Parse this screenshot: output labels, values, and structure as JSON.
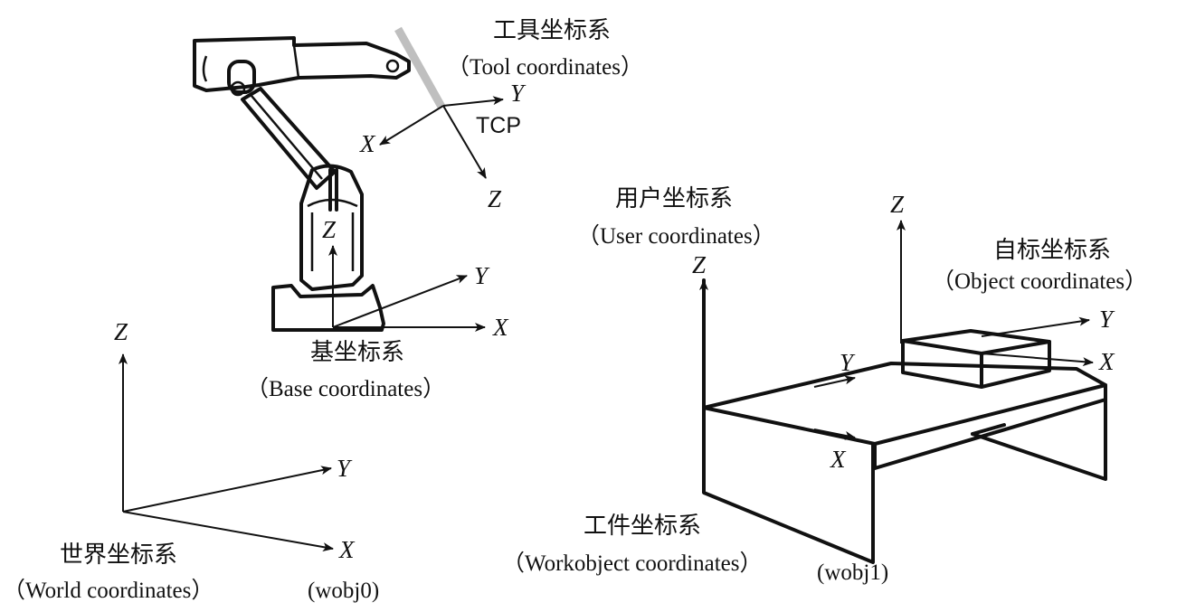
{
  "labels": {
    "tool_cn": "工具坐标系",
    "tool_en": "（Tool coordinates）",
    "tcp": "TCP",
    "base_cn": "基坐标系",
    "base_en": "（Base coordinates）",
    "world_cn": "世界坐标系",
    "world_en": "（World coordinates）",
    "wobj0": "(wobj0)",
    "user_cn": "用户坐标系",
    "user_en": "（User coordinates）",
    "object_cn": "自标坐标系",
    "object_en": "（Object coordinates）",
    "workobject_cn": "工件坐标系",
    "workobject_en": "（Workobject coordinates）",
    "wobj1": "(wobj1)"
  },
  "axes": {
    "x": "X",
    "y": "Y",
    "z": "Z"
  },
  "colors": {
    "ink": "#111111",
    "tool_plate": "#bfbfbf",
    "background": "#ffffff"
  }
}
